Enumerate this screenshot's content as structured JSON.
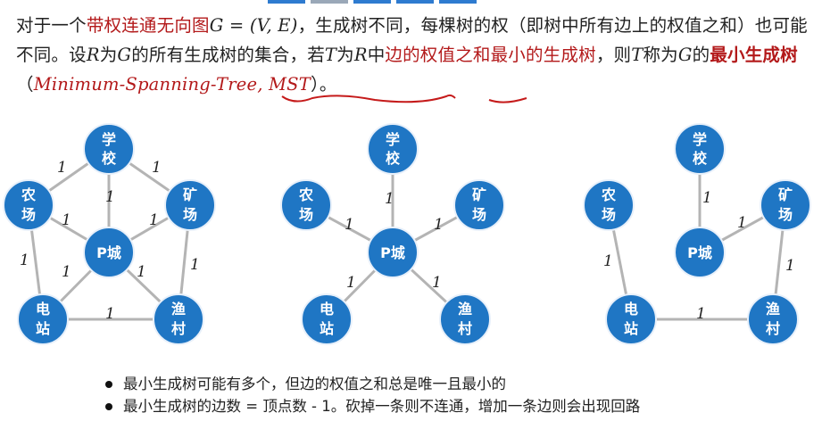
{
  "colors": {
    "node_fill": "#1f76c4",
    "node_stroke": "#e8f0fa",
    "edge": "#b4b4b4",
    "accent_red": "#b3191a",
    "topbar": [
      "#2e7bd0",
      "#9aa8b8",
      "#2e7bd0",
      "#2e7bd0",
      "#2e7bd0"
    ]
  },
  "paragraph": {
    "p1": "对于一个",
    "p1_red": "带权连通无向图",
    "p1_math": "G = (V, E)",
    "p2": "，生成树不同，每棵树的权（即树中所有边上的权值之和）也可能不同。设",
    "p2_R": "R",
    "p3": "为",
    "p3_G": "G",
    "p4": "的所有生成树的集合，若",
    "p4_T": "T",
    "p5": "为",
    "p5_R": "R",
    "p6": "中",
    "p6_red": "边的权值之和最小的生成树",
    "p7": "，则",
    "p7_T": "T",
    "p8": "称为",
    "p8_G": "G",
    "p9": "的",
    "p9_red": "最小生成树",
    "p10": "（",
    "p10_mst": "Minimum-Spanning-Tree, MST",
    "p11": "）",
    "p12": "。"
  },
  "nodes": {
    "school": [
      "学",
      "校"
    ],
    "farm": [
      "农",
      "场"
    ],
    "mine": [
      "矿",
      "场"
    ],
    "city": "P城",
    "station": [
      "电",
      "站"
    ],
    "village": [
      "渔",
      "村"
    ]
  },
  "edge_weight": "1",
  "bullets": [
    "最小生成树可能有多个，但边的权值之和总是唯一且最小的",
    "最小生成树的边数 = 顶点数 - 1。砍掉一条则不连通，增加一条边则会出现回路"
  ]
}
